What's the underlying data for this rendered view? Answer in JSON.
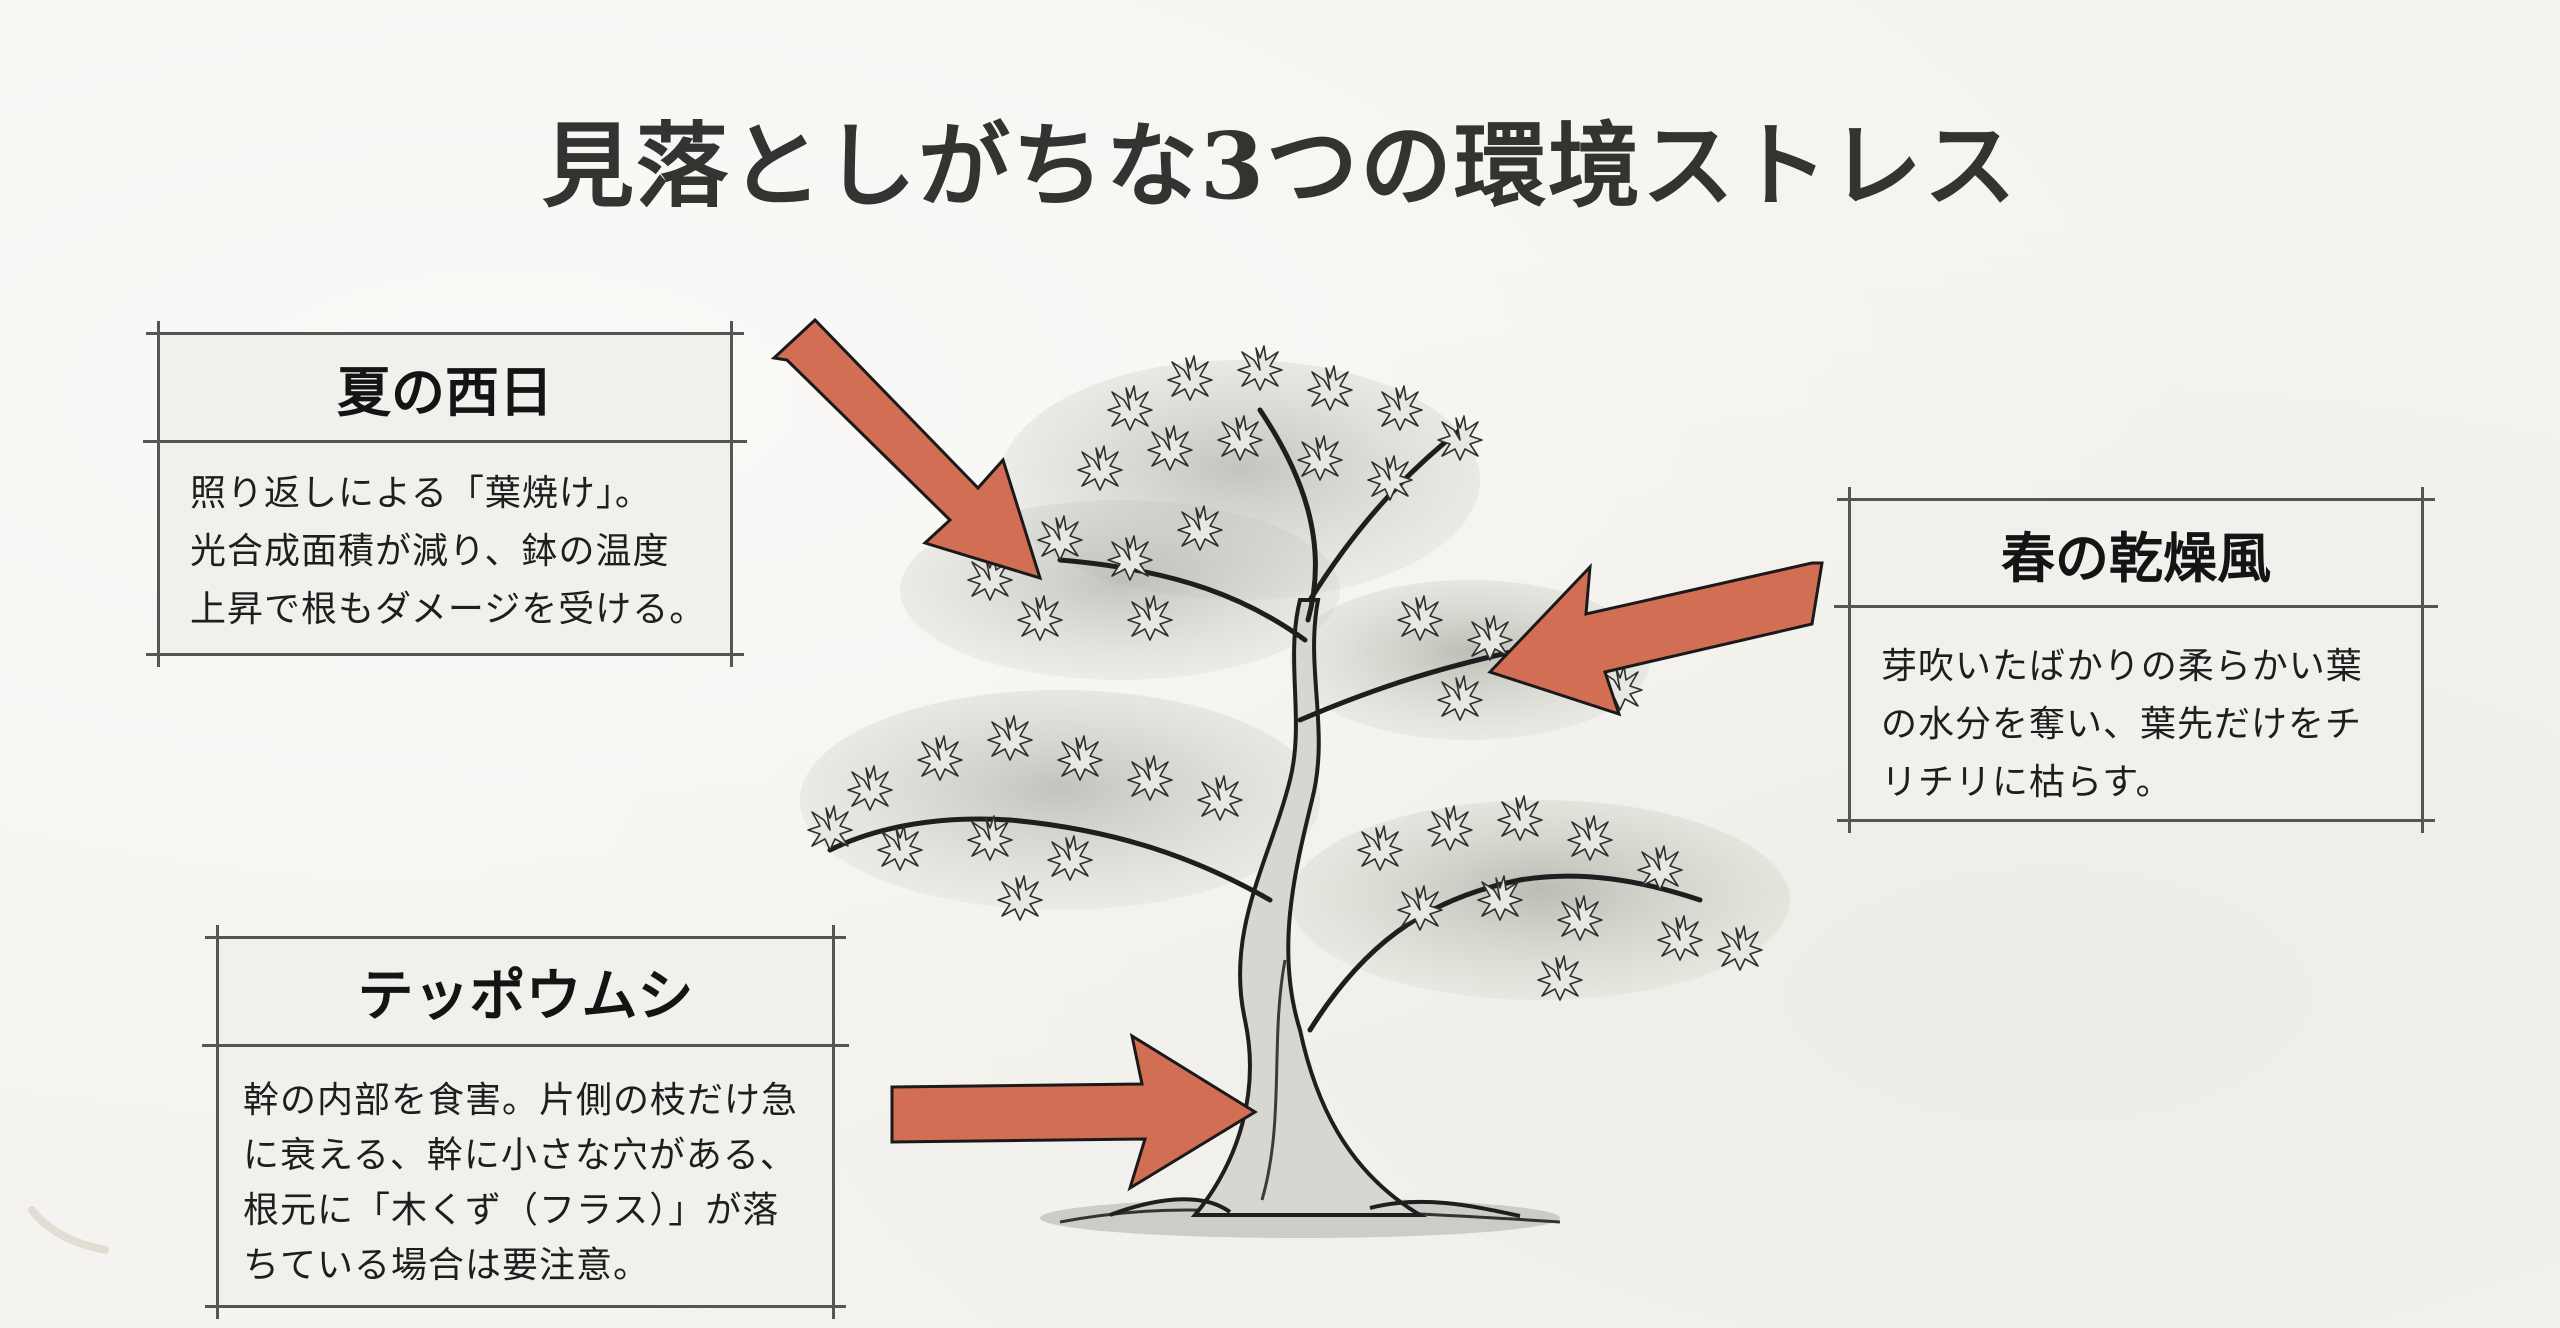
{
  "title": "見落としがちな3つの環境ストレス",
  "colors": {
    "background": "#f4f3ef",
    "box_fill": "#f1f0ec",
    "box_border": "#555555",
    "arrow_fill": "#d26e54",
    "arrow_outline": "#1a1a1a",
    "title_text": "#333331"
  },
  "illustration": {
    "subject": "Japanese maple bonsai tree (ink sketch)",
    "icon": "maple-tree-icon"
  },
  "callouts": [
    {
      "id": "west-sun",
      "heading": "夏の西日",
      "body_lines": [
        "照り返しによる「葉焼け」。",
        "光合成面積が減り、鉢の温度",
        "上昇で根もダメージを受ける。"
      ],
      "arrow_direction": "down-right",
      "arrow_target": "upper-left foliage"
    },
    {
      "id": "dry-wind",
      "heading": "春の乾燥風",
      "body_lines": [
        "芽吹いたばかりの柔らかい葉",
        "の水分を奪い、葉先だけをチ",
        "リチリに枯らす。"
      ],
      "arrow_direction": "left",
      "arrow_target": "right-side foliage"
    },
    {
      "id": "borer",
      "heading": "テッポウムシ",
      "body_lines": [
        "幹の内部を食害。片側の枝だけ急",
        "に衰える、幹に小さな穴がある、",
        "根元に「木くず（フラス）」が落",
        "ちている場合は要注意。"
      ],
      "arrow_direction": "right",
      "arrow_target": "trunk base"
    }
  ]
}
